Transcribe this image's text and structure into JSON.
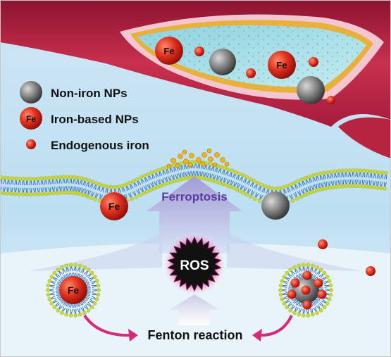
{
  "legend": {
    "non_iron": "Non-iron NPs",
    "iron_based": "Iron-based NPs",
    "endogenous": "Endogenous iron"
  },
  "labels": {
    "fe": "Fe",
    "ferroptosis": "Ferroptosis",
    "ros": "ROS",
    "fenton": "Fenton reaction"
  },
  "colors": {
    "vessel_outer": "#b8213f",
    "vessel_lumen": "#a9dde6",
    "background_top": "#cfe6f4",
    "background_bottom": "#e7f3fa",
    "membrane_head": "#c9d83a",
    "membrane_tail": "#3a76b8",
    "iron_np": "#d7231c",
    "non_iron_np": "#7b7b7b",
    "ferroptosis_text": "#5b3aa3",
    "ros_burst": "#111111",
    "ros_halo": "#c0177a",
    "fenton_arrow": "#d8287a"
  },
  "icons": {
    "non_iron": "gray-sphere-icon",
    "iron_based": "red-fe-sphere-icon",
    "endogenous": "small-red-sphere-icon",
    "ros": "starburst-icon",
    "arrow": "upward-arrow-icon"
  }
}
